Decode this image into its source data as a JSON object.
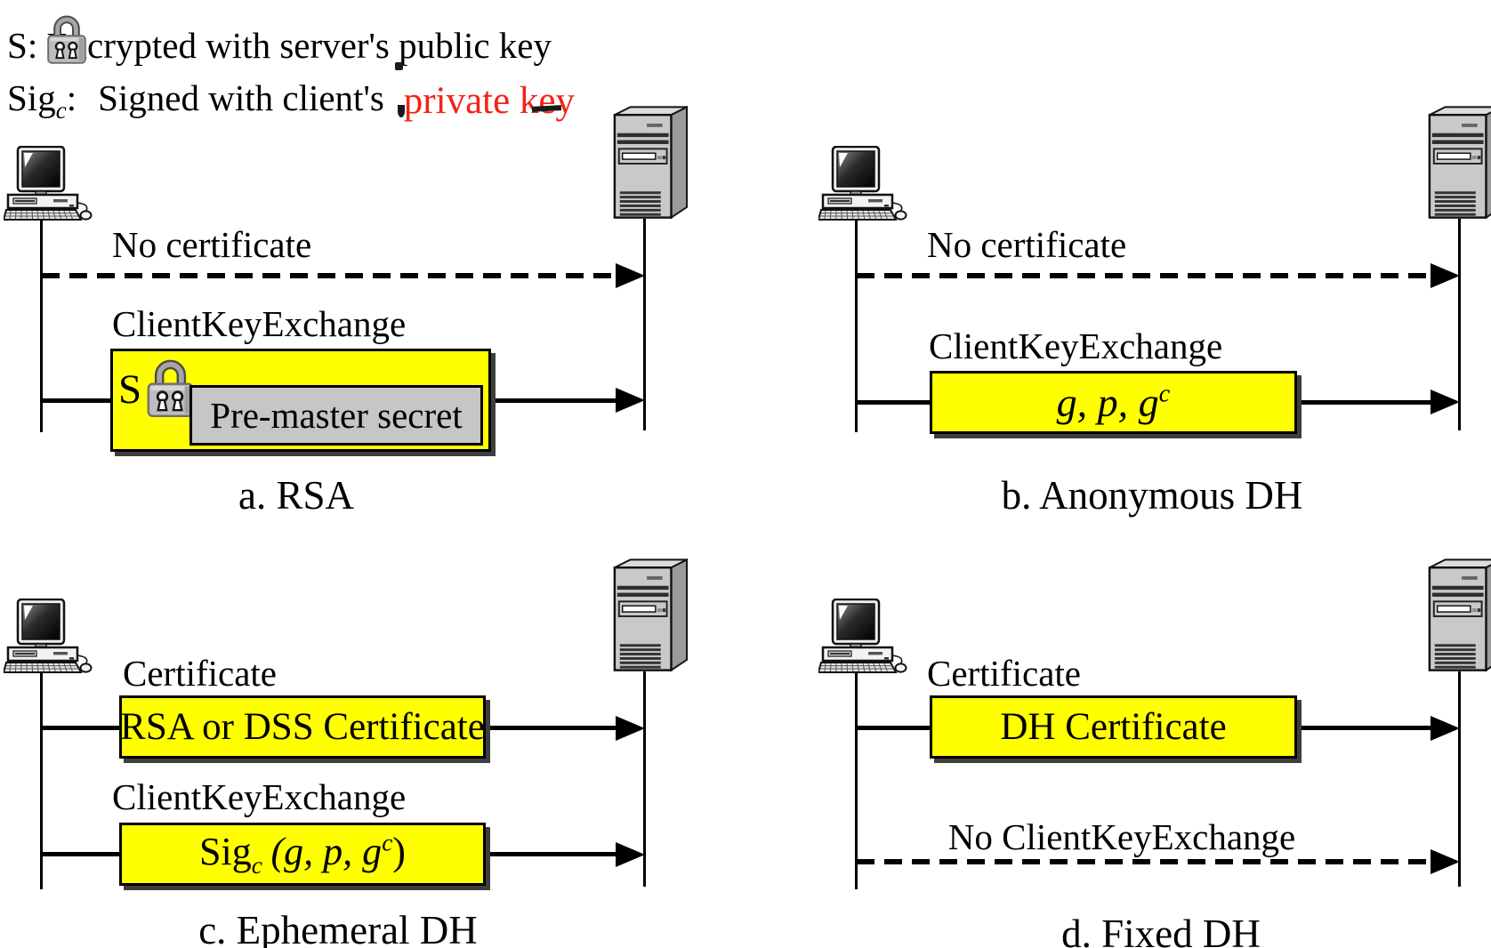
{
  "legend": {
    "line1": {
      "prefix": "S",
      "text": ": Encrypted with server's public key"
    },
    "line2": {
      "sig": "Sig",
      "sub": "c",
      "colon": ":",
      "text": "Signed with client's",
      "highlight": "private key"
    }
  },
  "colors": {
    "message_box": "#ffff00",
    "inner_box": "#c6c6c6",
    "highlight_text": "#ee2418",
    "line": "#000000"
  },
  "icons": {
    "client": "client-computer-icon",
    "server": "server-tower-icon",
    "lock": "padlock-icon"
  },
  "panels": [
    {
      "caption": "a. RSA",
      "messages": [
        {
          "label": "No certificate",
          "line": "dashed"
        },
        {
          "label": "ClientKeyExchange",
          "line": "solid",
          "box": {
            "prefix": "S",
            "inner": "Pre-master secret"
          }
        }
      ]
    },
    {
      "caption": "b. Anonymous DH",
      "messages": [
        {
          "label": "No certificate",
          "line": "dashed"
        },
        {
          "label": "ClientKeyExchange",
          "line": "solid",
          "box": {
            "math": "g, p, g",
            "sup": "c"
          }
        }
      ]
    },
    {
      "caption": "c. Ephemeral DH",
      "messages": [
        {
          "label": "Certificate",
          "line": "solid",
          "box": {
            "text": "RSA or DSS Certificate"
          }
        },
        {
          "label": "ClientKeyExchange",
          "line": "solid",
          "box": {
            "sig": "Sig",
            "sub": "c",
            "mid": "(g, p, g",
            "sup": "c",
            "end": ")"
          }
        }
      ]
    },
    {
      "caption": "d. Fixed DH",
      "messages": [
        {
          "label": "Certificate",
          "line": "solid",
          "box": {
            "text": "DH Certificate"
          }
        },
        {
          "label": "No ClientKeyExchange",
          "line": "dashed"
        }
      ]
    }
  ]
}
